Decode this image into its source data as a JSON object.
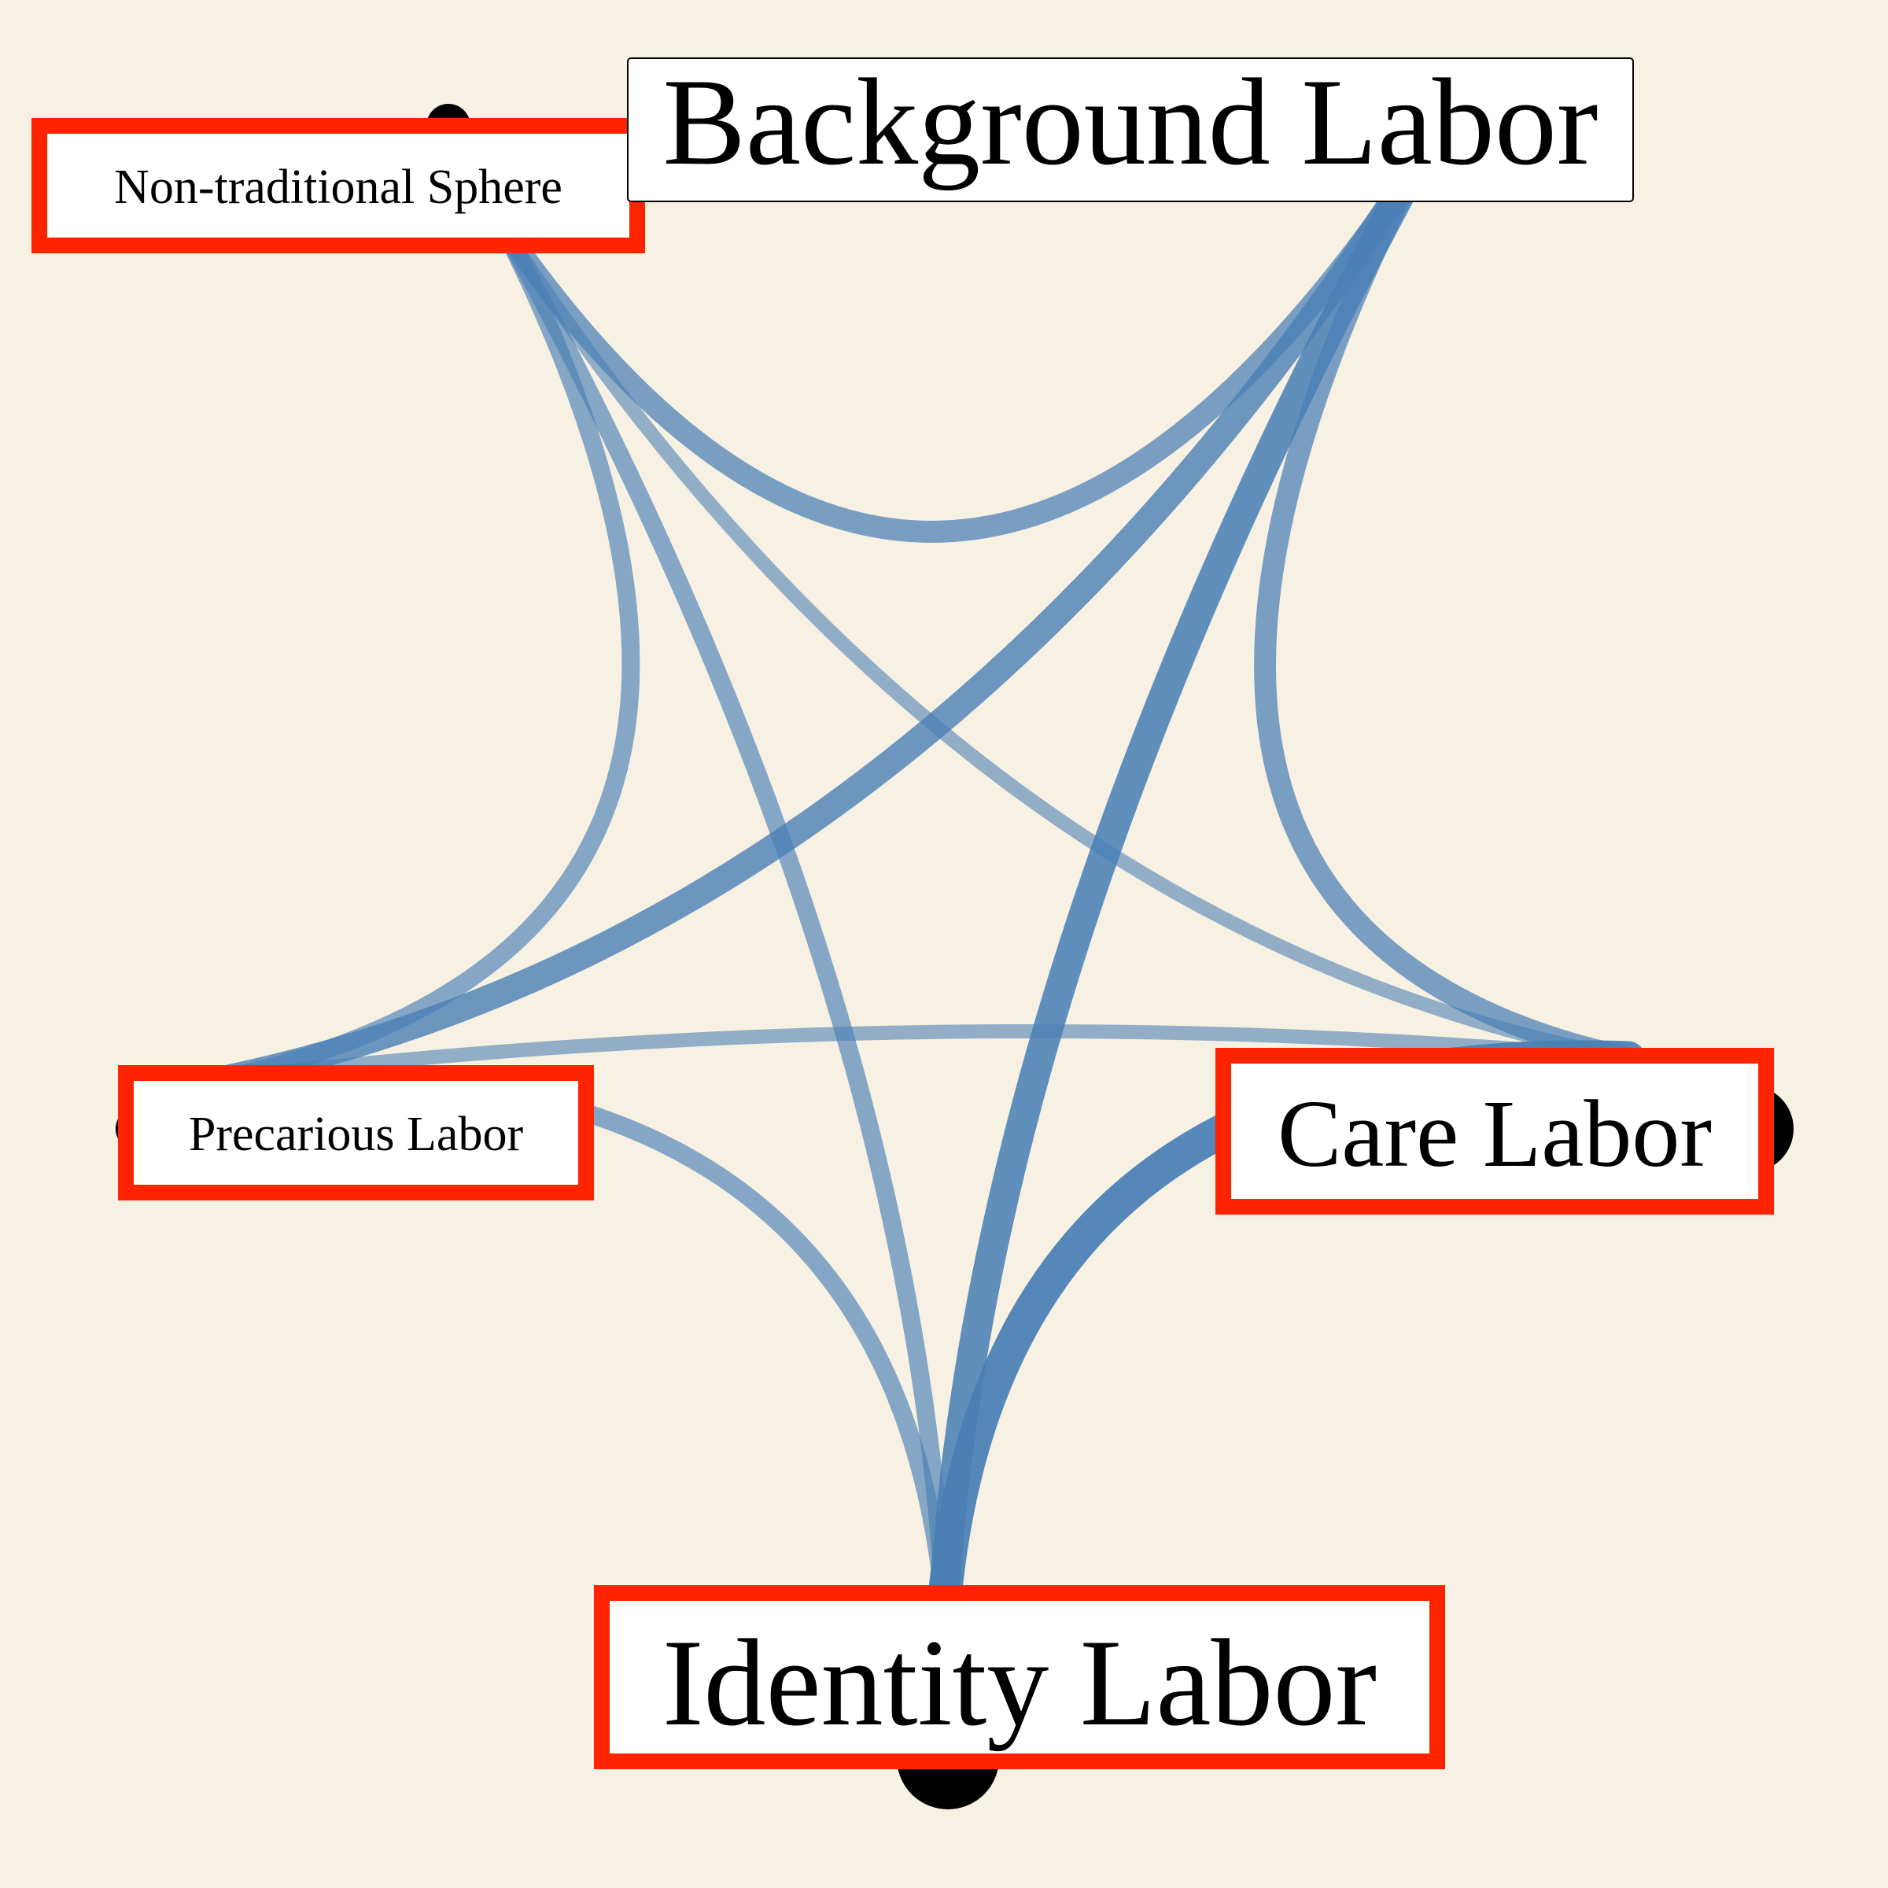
{
  "colors": {
    "background": "#f7f1e3",
    "edge": "#4a7fb5",
    "node": "#000000",
    "label_box": "#ffffff",
    "highlight_border": "#ff2400"
  },
  "nodes": [
    {
      "id": "nontraditional",
      "label": "Non-traditional Sphere",
      "highlighted": true
    },
    {
      "id": "background",
      "label": "Background Labor",
      "highlighted": false
    },
    {
      "id": "care",
      "label": "Care Labor",
      "highlighted": true
    },
    {
      "id": "identity",
      "label": "Identity Labor",
      "highlighted": true
    },
    {
      "id": "precarious",
      "label": "Precarious Labor",
      "highlighted": true
    }
  ],
  "edges": [
    {
      "source": "nontraditional",
      "target": "background",
      "weight": 4
    },
    {
      "source": "nontraditional",
      "target": "precarious",
      "weight": 3
    },
    {
      "source": "nontraditional",
      "target": "identity",
      "weight": 3
    },
    {
      "source": "nontraditional",
      "target": "care",
      "weight": 2
    },
    {
      "source": "background",
      "target": "care",
      "weight": 4
    },
    {
      "source": "background",
      "target": "precarious",
      "weight": 5
    },
    {
      "source": "background",
      "target": "identity",
      "weight": 6
    },
    {
      "source": "care",
      "target": "identity",
      "weight": 7
    },
    {
      "source": "care",
      "target": "precarious",
      "weight": 2
    },
    {
      "source": "precarious",
      "target": "identity",
      "weight": 3
    }
  ]
}
